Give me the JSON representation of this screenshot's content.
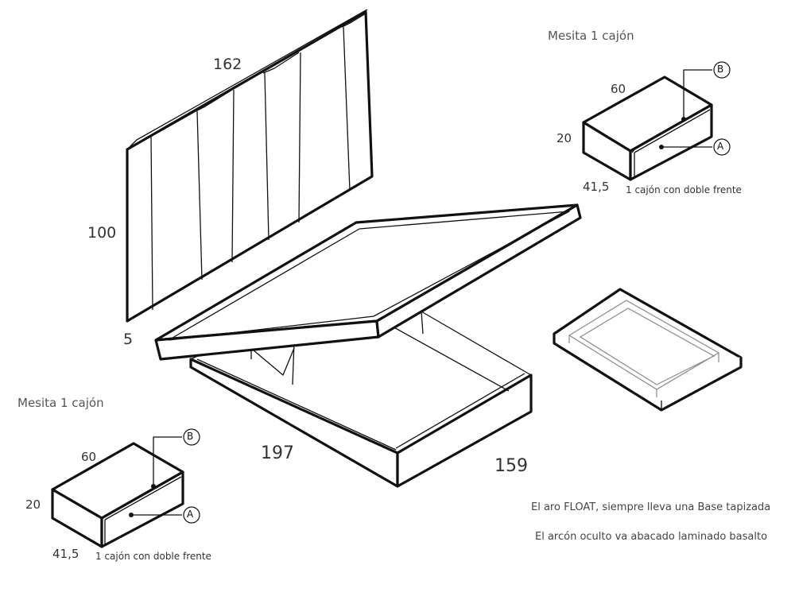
{
  "headboard": {
    "width": "162",
    "height": "100",
    "depth": "5"
  },
  "bed": {
    "length": "197",
    "width": "159"
  },
  "nightstand_top": {
    "title": "Mesita 1 cajón",
    "width": "60",
    "height": "20",
    "depth": "41,5",
    "caption": "1 cajón con doble frente",
    "callout_a": "A",
    "callout_b": "B"
  },
  "nightstand_bottom": {
    "title": "Mesita 1 cajón",
    "width": "60",
    "height": "20",
    "depth": "41,5",
    "caption": "1 cajón con doble frente",
    "callout_a": "A",
    "callout_b": "B"
  },
  "notes": {
    "line1": "El aro FLOAT, siempre lleva una Base tapizada",
    "line2": "El arcón oculto va abacado laminado basalto"
  }
}
